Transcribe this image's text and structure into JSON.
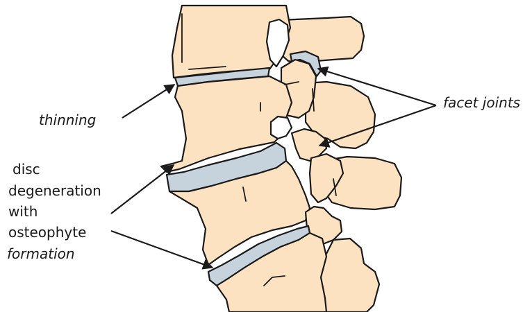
{
  "labels": {
    "thinning": "thinning",
    "facet_joints": "facet joints",
    "disc_line1": "disc",
    "disc_line2": "degeneration",
    "disc_line3": "with",
    "disc_line4": "osteophyte",
    "disc_line5": "formation"
  },
  "colors": {
    "bone": "#fde2c2",
    "disc": "#c6d3dc",
    "outline": "#1a1a1a",
    "background": "#ffffff"
  }
}
